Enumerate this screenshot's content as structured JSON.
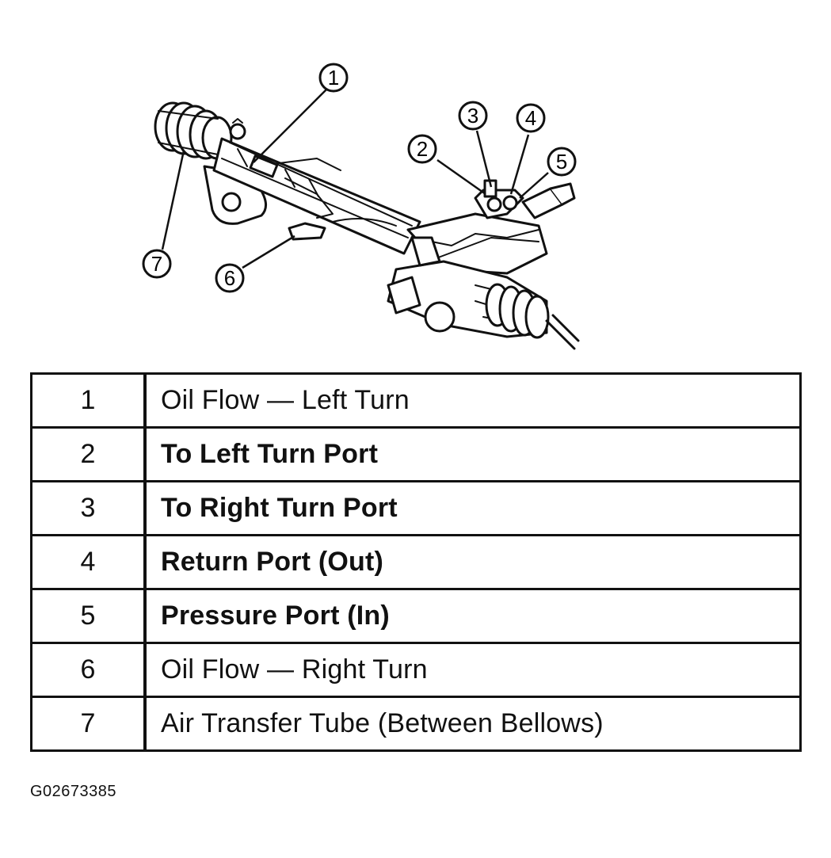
{
  "callouts": [
    "1",
    "2",
    "3",
    "4",
    "5",
    "6",
    "7"
  ],
  "legend": [
    {
      "num": "1",
      "text": "Oil Flow — Left Turn",
      "bold": false
    },
    {
      "num": "2",
      "text": "To Left Turn Port",
      "bold": true
    },
    {
      "num": "3",
      "text": "To Right Turn Port",
      "bold": true
    },
    {
      "num": "4",
      "text": "Return Port (Out)",
      "bold": true
    },
    {
      "num": "5",
      "text": "Pressure Port (In)",
      "bold": true
    },
    {
      "num": "6",
      "text": "Oil Flow — Right Turn",
      "bold": false
    },
    {
      "num": "7",
      "text": "Air Transfer Tube (Between Bellows)",
      "bold": false
    }
  ],
  "figure_id": "G02673385",
  "colors": {
    "ink": "#111111",
    "paper": "#ffffff"
  }
}
